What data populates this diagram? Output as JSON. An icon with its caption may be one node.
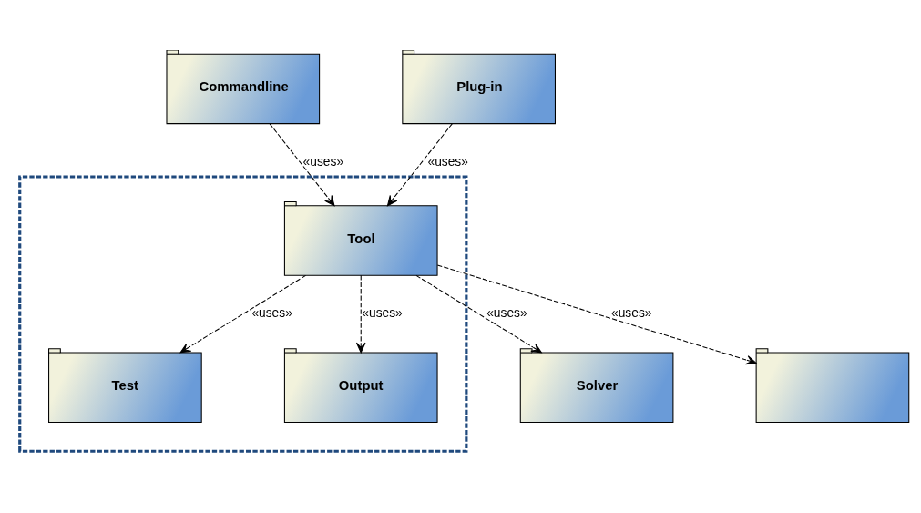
{
  "diagram": {
    "nodes": [
      {
        "text": [
          "Commandline"
        ]
      },
      {
        "text": [
          "Plug-in"
        ]
      },
      {
        "text": [
          "Solver"
        ]
      },
      {
        "text": [],
        "shape": "box"
      },
      {
        "text": [
          "Test"
        ],
        "in": 3
      },
      {
        "text": [
          "Tool"
        ],
        "in": 3
      },
      {
        "text": [],
        "shape": "folder"
      },
      {
        "text": [
          "Output"
        ],
        "in": 3
      }
    ],
    "edges": [
      {
        "from": 0,
        "to": 5,
        "arrow": "to",
        "label": "«uses»",
        "style": "dashed"
      },
      {
        "from": 1,
        "to": 5,
        "arrow": "to",
        "label": "«uses»",
        "style": "dashed"
      },
      {
        "from": 5,
        "to": 2,
        "arrow": "to",
        "label": "«uses»",
        "style": "dashed"
      },
      {
        "from": 5,
        "to": 4,
        "arrow": "to",
        "label": "«uses»",
        "style": "dashed"
      },
      {
        "from": 5,
        "to": 6,
        "arrow": "to",
        "label": "«uses»",
        "style": "dashed"
      },
      {
        "from": 5,
        "to": 7,
        "arrow": "to",
        "label": "«uses»",
        "style": "dashed"
      }
    ]
  }
}
